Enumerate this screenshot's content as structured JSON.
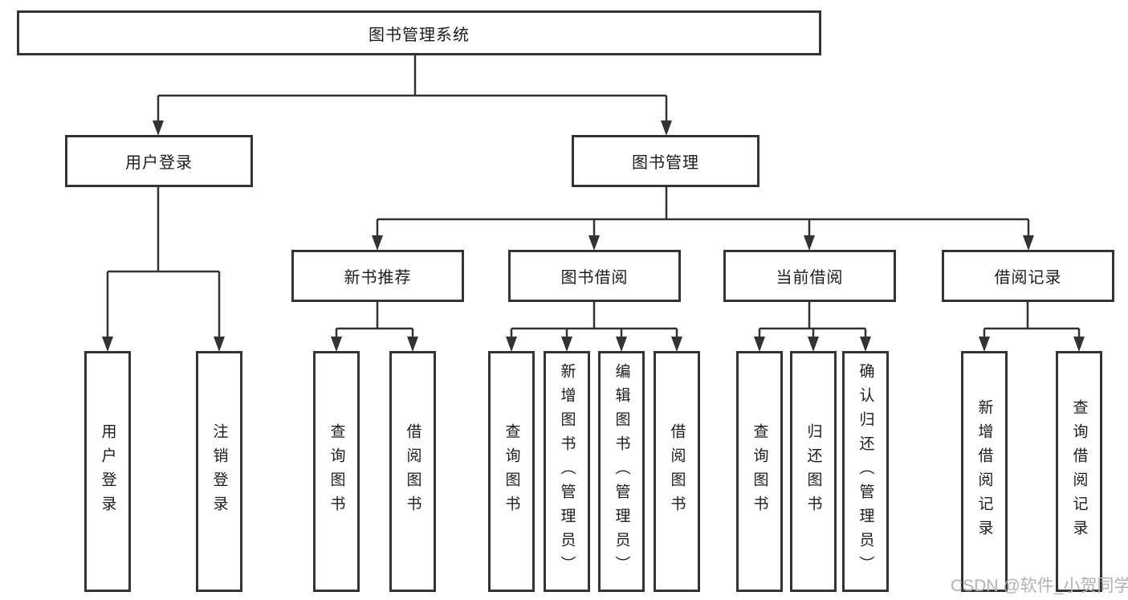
{
  "diagram": {
    "root": {
      "label": "图书管理系统"
    },
    "branches": [
      {
        "label": "用户登录",
        "children": [
          {
            "label": "用户登录"
          },
          {
            "label": "注销登录"
          }
        ]
      },
      {
        "label": "图书管理",
        "children": [
          {
            "label": "新书推荐",
            "children": [
              {
                "label": "查询图书"
              },
              {
                "label": "借阅图书"
              }
            ]
          },
          {
            "label": "图书借阅",
            "children": [
              {
                "label": "查询图书"
              },
              {
                "label": "新增图书（管理员）"
              },
              {
                "label": "编辑图书（管理员）"
              },
              {
                "label": "借阅图书"
              }
            ]
          },
          {
            "label": "当前借阅",
            "children": [
              {
                "label": "查询图书"
              },
              {
                "label": "归还图书"
              },
              {
                "label": "确认归还（管理员）"
              }
            ]
          },
          {
            "label": "借阅记录",
            "children": [
              {
                "label": "新增借阅记录"
              },
              {
                "label": "查询借阅记录"
              }
            ]
          }
        ]
      }
    ],
    "watermark": "CSDN @软件_小贺同学",
    "colors": {
      "line": "#333333",
      "text": "#1c1c1c",
      "watermark": "#b3b3b3",
      "background": "#ffffff"
    }
  }
}
